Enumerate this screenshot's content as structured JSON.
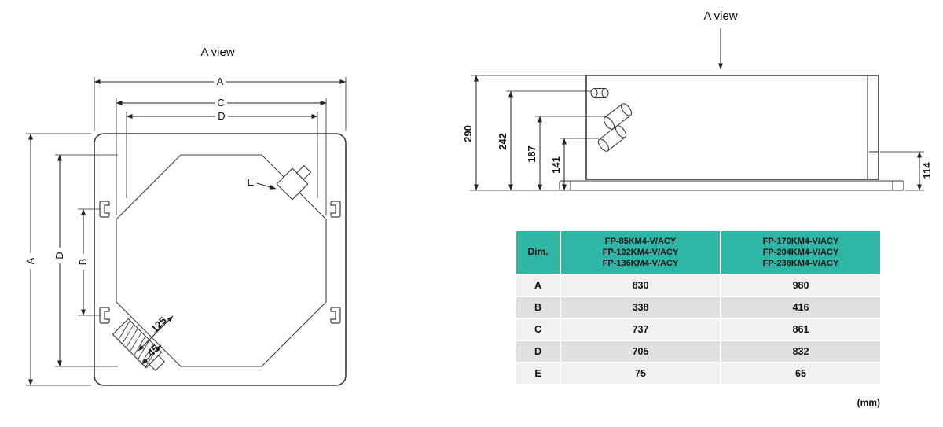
{
  "colors": {
    "table_header_bg": "#2eb6a6",
    "row_light": "#f1f1f1",
    "row_dark": "#e0e0e0"
  },
  "top_view": {
    "title": "A view",
    "labels": {
      "a_top": "A",
      "c_top": "C",
      "d_top": "D",
      "a_left": "A",
      "d_left": "D",
      "b_left": "B",
      "e": "E",
      "drain_125": "125",
      "drain_45": "45"
    }
  },
  "side_view": {
    "title": "A view",
    "labels": {
      "h290": "290",
      "h242": "242",
      "h187": "187",
      "h141": "141",
      "h114": "114"
    }
  },
  "table": {
    "header": {
      "dim": "Dim.",
      "col1": [
        "FP-85KM4-V/ACY",
        "FP-102KM4-V/ACY",
        "FP-136KM4-V/ACY"
      ],
      "col2": [
        "FP-170KM4-V/ACY",
        "FP-204KM4-V/ACY",
        "FP-238KM4-V/ACY"
      ]
    },
    "rows": [
      {
        "dim": "A",
        "v1": "830",
        "v2": "980"
      },
      {
        "dim": "B",
        "v1": "338",
        "v2": "416"
      },
      {
        "dim": "C",
        "v1": "737",
        "v2": "861"
      },
      {
        "dim": "D",
        "v1": "705",
        "v2": "832"
      },
      {
        "dim": "E",
        "v1": "75",
        "v2": "65"
      }
    ],
    "unit_note": "(mm)"
  }
}
